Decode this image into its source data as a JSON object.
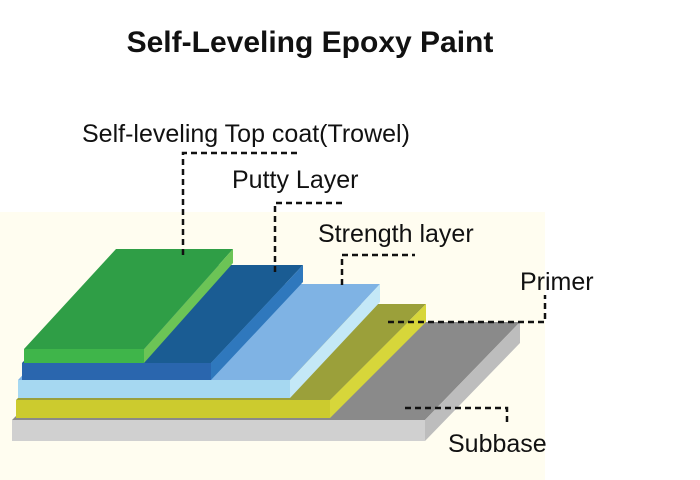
{
  "title": "Self-Leveling Epoxy Paint",
  "layers": [
    {
      "id": "top-coat",
      "label": "Self-leveling Top coat(Trowel)",
      "top": "#2f9e46",
      "front": "#3fb54a",
      "side": "#6cc456"
    },
    {
      "id": "putty",
      "label": "Putty Layer",
      "top": "#1a5c93",
      "front": "#2a66ae",
      "side": "#2f78bd"
    },
    {
      "id": "strength",
      "label": "Strength layer",
      "top": "#7fb3e4",
      "front": "#a6d8f1",
      "side": "#c4e8f7"
    },
    {
      "id": "primer",
      "label": "Primer",
      "top": "#9ba03a",
      "front": "#cccb2e",
      "side": "#d7d63a"
    },
    {
      "id": "subbase",
      "label": "Subbase",
      "top": "#8a8a8a",
      "front": "#d0d0d0",
      "side": "#bdbdbd"
    }
  ],
  "colors": {
    "panel": "#fffdf0",
    "text": "#111111"
  }
}
